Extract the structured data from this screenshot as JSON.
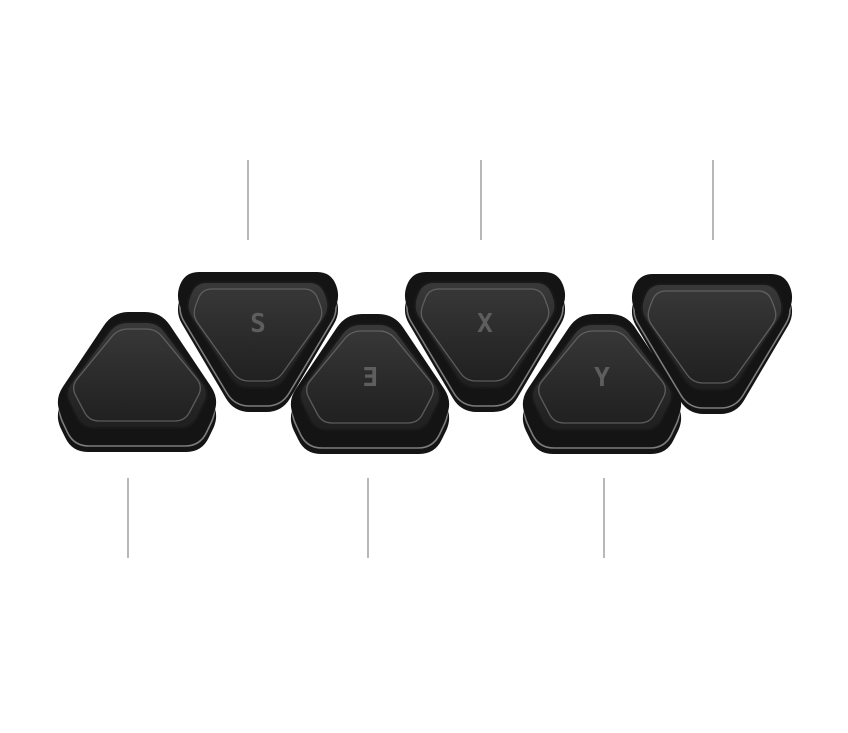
{
  "plates": [
    {
      "id": "plate-1",
      "orientation": "up",
      "letter": ""
    },
    {
      "id": "plate-2",
      "orientation": "down",
      "letter": "S"
    },
    {
      "id": "plate-3",
      "orientation": "up",
      "letter": "Ǝ"
    },
    {
      "id": "plate-4",
      "orientation": "down",
      "letter": "X"
    },
    {
      "id": "plate-5",
      "orientation": "up",
      "letter": "Y"
    },
    {
      "id": "plate-6",
      "orientation": "down",
      "letter": ""
    }
  ],
  "colors": {
    "background": "#ffffff",
    "plate_body": "#141414",
    "plate_face": "#2c2c2c",
    "plate_edge": "#7c7c7c",
    "letter": "#5e5e5e",
    "leader_line": "#9a9a9a"
  }
}
